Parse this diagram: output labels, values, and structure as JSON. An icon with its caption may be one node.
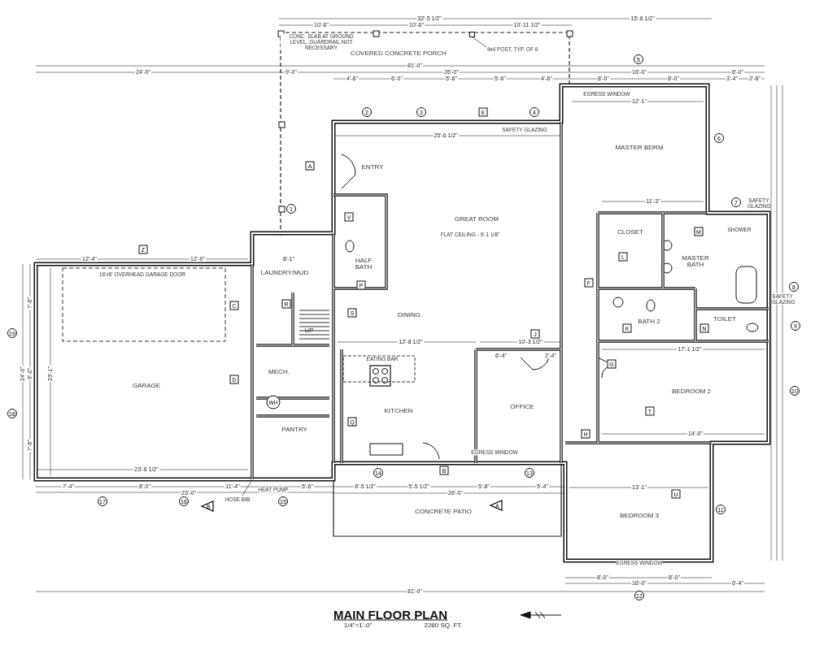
{
  "diagram": {
    "title": "MAIN FLOOR PLAN",
    "nodes": [
      {
        "text": [
          "4x4 POST, TYP. OF 6"
        ]
      },
      {
        "text": [],
        "shape": "box"
      },
      {
        "text": [
          "HOSE BIB"
        ]
      }
    ],
    "edges": [
      {
        "from": 0,
        "to": 1,
        "arrow": "none"
      },
      {
        "from": 2,
        "to": null,
        "arrow": "none"
      }
    ],
    "labels": [
      "32'-5 1/2\"",
      "15'-6 1/2\"",
      "10'-6\"",
      "10'-6\"",
      "10'-11 1/2\"",
      "CONC. SLAB AT GROUND LEVEL, GUARDRAIL NOT NECESSARY",
      "COVERED CONCRETE PORCH",
      "5",
      "81'-0\"",
      "24'-0\"",
      "9'-0\"",
      "26'-0\"",
      "16'-0\"",
      "6'-0\"",
      "4'-6\"",
      "6'-0\"",
      "5'-6\"",
      "5'-6\"",
      "4'-6\"",
      "8'-0\"",
      "8'-0\"",
      "3'-4\"",
      "2'-8\"",
      "EGRESS WINDOW",
      "12'-1\"",
      "2",
      "3",
      "E",
      "4",
      "25'-6 1/2\"",
      "SAFETY GLAZING",
      "6",
      "MASTER BDRM",
      "A",
      "ENTRY",
      "1",
      "11'-3\"",
      "7",
      "SAFETY GLAZING",
      "V",
      "GREAT ROOM",
      "FLAT CEILING - 9'-1 1/8\"",
      "CLOSET",
      "M",
      "SHOWER",
      "Z",
      "12'-4\"",
      "12'-0\"",
      "8'-1\"",
      "HALF BATH",
      "L",
      "MASTER BATH",
      "16'x8' OVERHEAD GARAGE DOOR",
      "LAUNDRY/MUD",
      "P",
      "F",
      "8",
      "7'-6\"",
      "C",
      "R",
      "SAFETY GLAZING",
      "S",
      "DINING",
      "BATH 2",
      "TOILET",
      "19",
      "UP",
      "J",
      "K",
      "N",
      "9",
      "12'-8 1/2\"",
      "10'-3 1/2\"",
      "17'-1 1/2\"",
      "EATING BAR",
      "6'-4\"",
      "2'-4\"",
      "G",
      "24'-0\"",
      "9'-0\"",
      "23'-1\"",
      "D",
      "MECH.",
      "GARAGE",
      "BEDROOM 2",
      "10",
      "18",
      "WH",
      "KITCHEN",
      "OFFICE",
      "T",
      "Q",
      "PANTRY",
      "H",
      "14'-0\"",
      "7'-6\"",
      "EGRESS WINDOW",
      "23'-6 1/2\"",
      "14",
      "B",
      "13",
      "7'-4\"",
      "8'-0\"",
      "23'-0\"",
      "11'-4\"",
      "HEAT PUMP",
      "5'-6\"",
      "8'-5 1/2\"",
      "5'-5 1/2\"",
      "26'-0\"",
      "5'-8\"",
      "5'-4\"",
      "13'-1\"",
      "U",
      "17",
      "16",
      "B",
      "15",
      "CONCRETE PATIO",
      "A",
      "BEDROOM 3",
      "11",
      "EGRESS WINDOW",
      "8'-0\"",
      "16'-0\"",
      "8'-0\"",
      "6'-4\"",
      "81'-0\"",
      "12",
      "1/4\"=1'-0\"",
      "2260 SQ. FT."
    ]
  }
}
